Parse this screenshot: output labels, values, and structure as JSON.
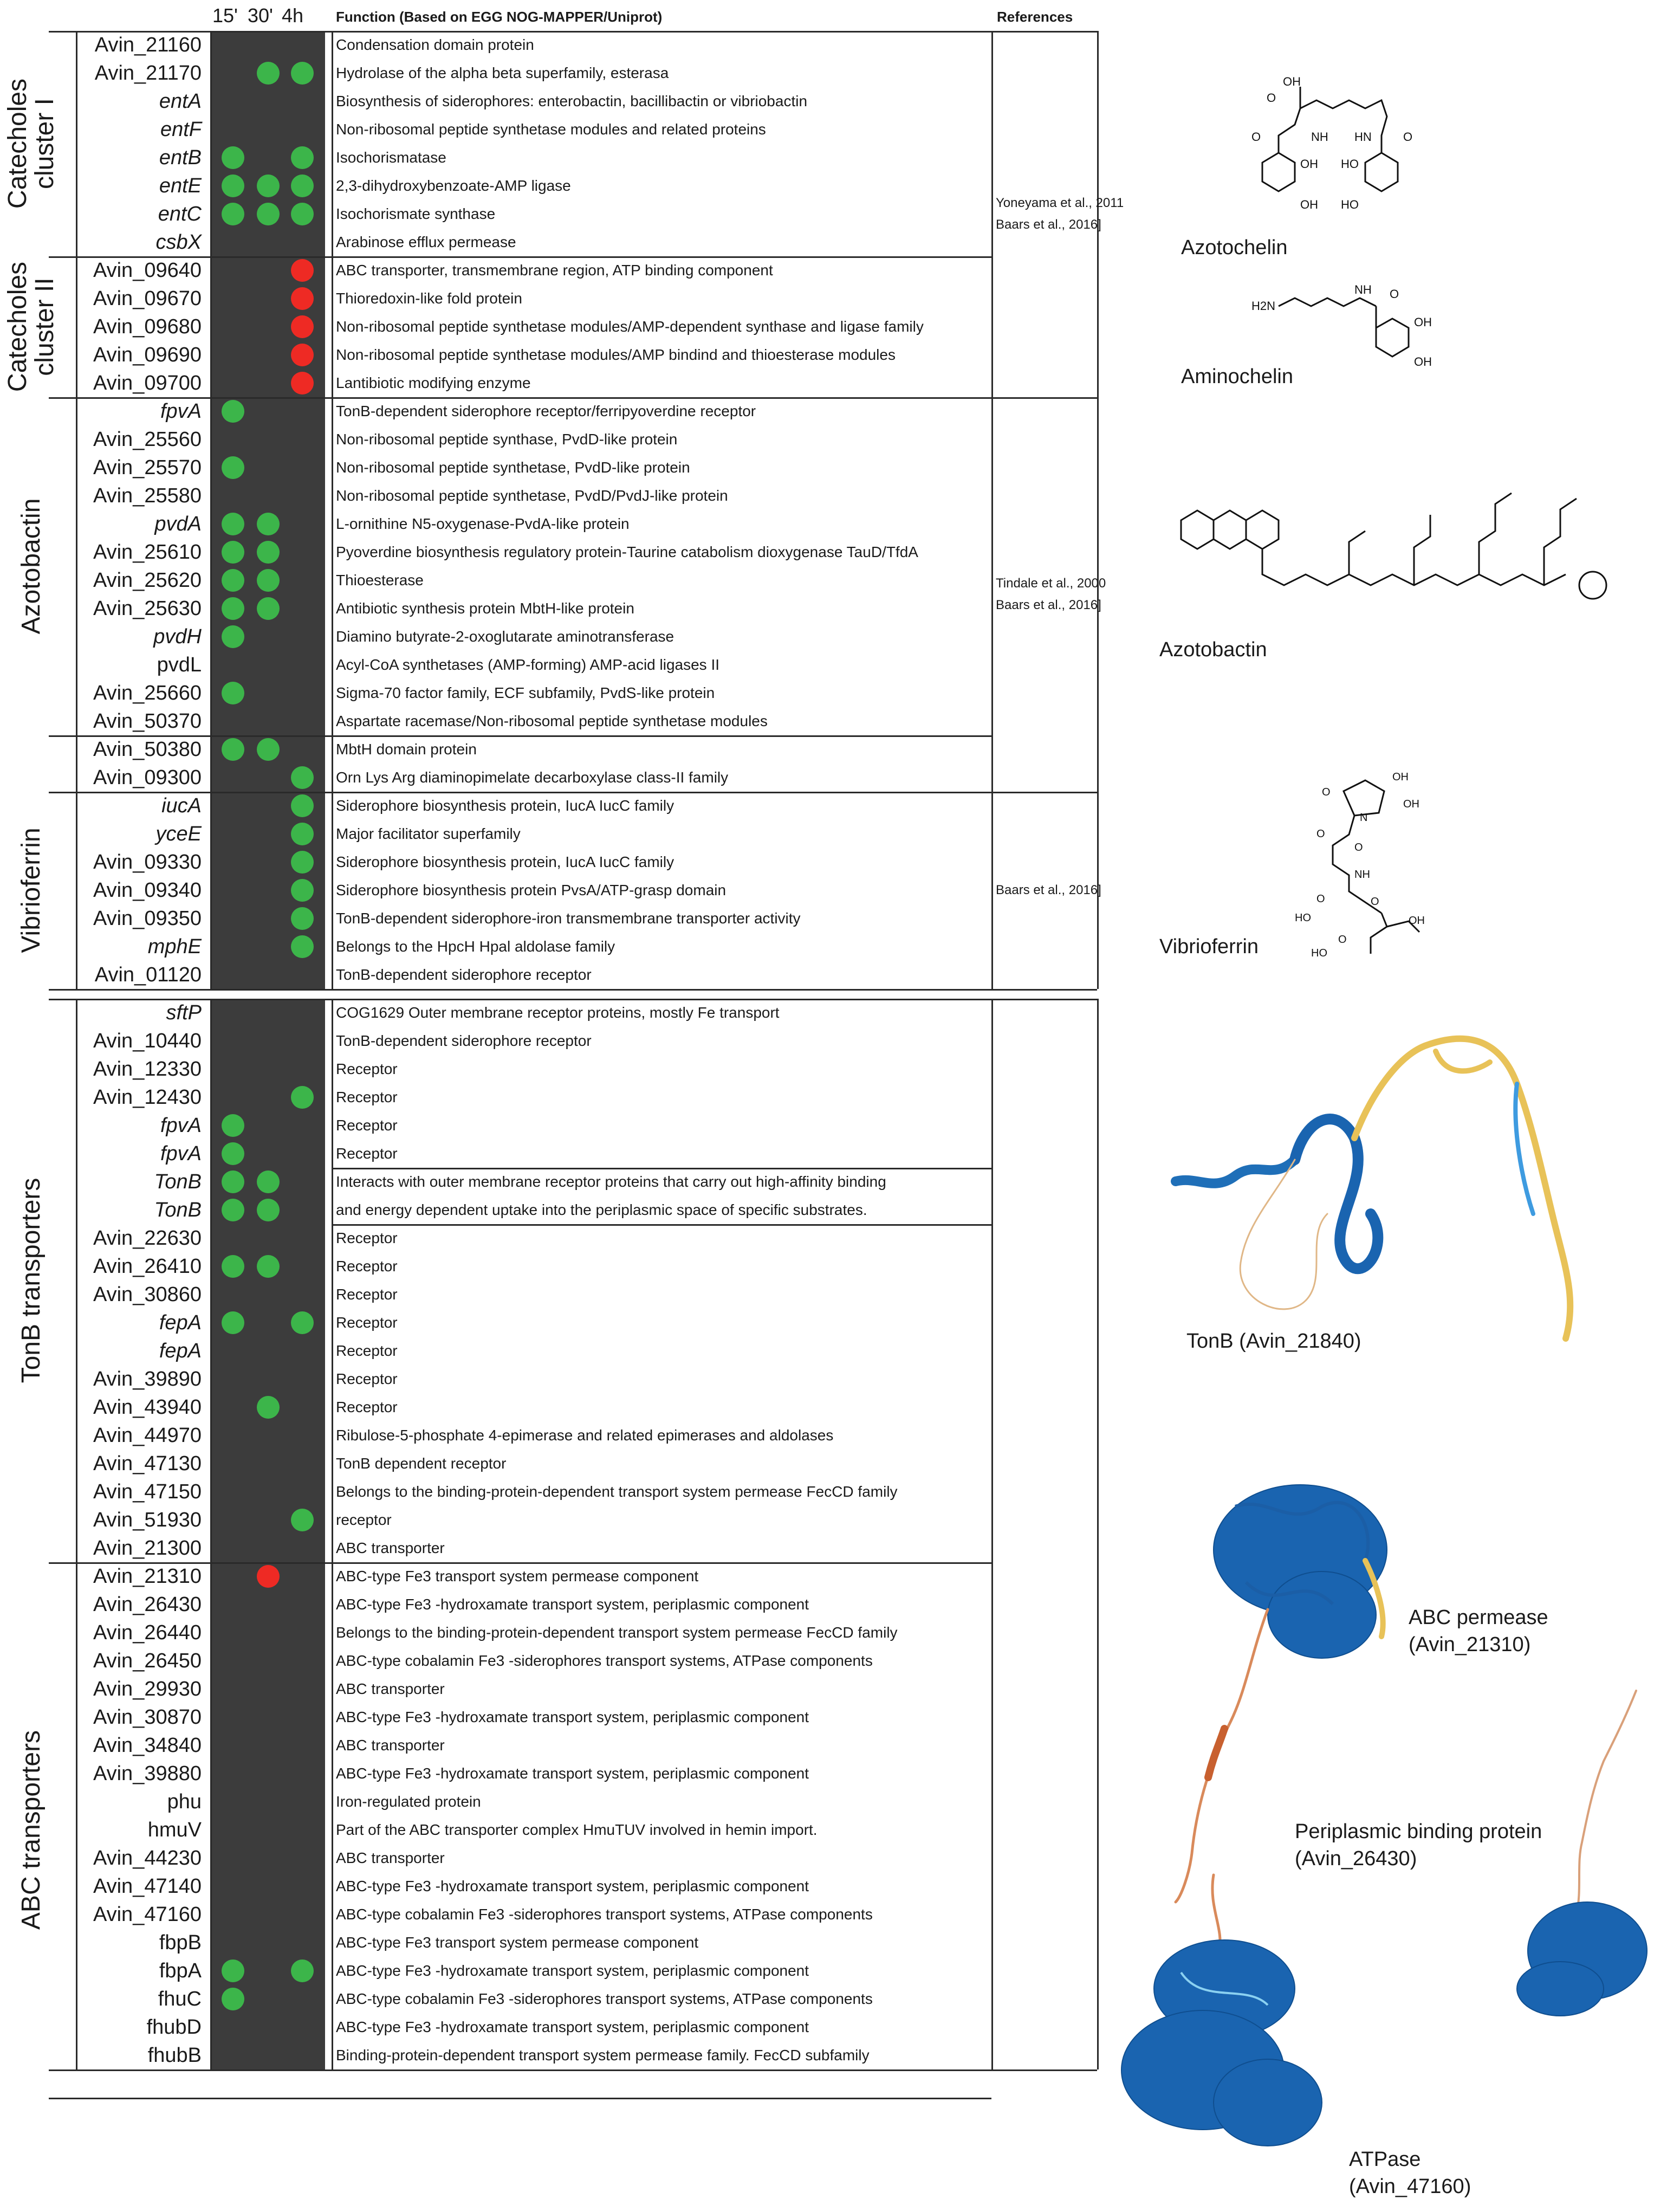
{
  "headers": {
    "timepoints": [
      "15'",
      "30'",
      "4h"
    ],
    "function": "Function (Based on EGG NOG-MAPPER/Uniprot)",
    "references": "References"
  },
  "colors": {
    "present": "#3cb54a",
    "absent_red": "#ee2a24",
    "band": "#3c3c3c"
  },
  "groups": [
    {
      "label": "Catecholes cluster I",
      "lines": [
        "Catecholes",
        "cluster I"
      ],
      "start": 0,
      "end": 7
    },
    {
      "label": "Catecholes cluster II",
      "lines": [
        "Catecholes",
        "cluster II"
      ],
      "start": 8,
      "end": 12
    },
    {
      "label": "Azotobactin",
      "lines": [
        "Azotobactin"
      ],
      "start": 13,
      "end": 24
    },
    {
      "label": "",
      "lines": [],
      "start": 25,
      "end": 26
    },
    {
      "label": "Vibrioferrin",
      "lines": [
        "Vibrioferrin"
      ],
      "start": 27,
      "end": 33
    },
    {
      "label": "TonB transporters",
      "lines": [
        "TonB  transporters"
      ],
      "start": 34,
      "end": 53
    },
    {
      "label": "ABC transporters",
      "lines": [
        "ABC  transporters"
      ],
      "start": 54,
      "end": 72
    }
  ],
  "references": [
    {
      "lines": [
        "Yoneyama et al., 2011",
        "Baars et al., 2016]"
      ],
      "start": 0,
      "end": 12
    },
    {
      "lines": [
        "Tindale et al., 2000",
        "Baars et al., 2016]"
      ],
      "start": 13,
      "end": 26
    },
    {
      "lines": [
        "Baars et al., 2016]"
      ],
      "start": 27,
      "end": 33
    }
  ],
  "rows": [
    {
      "gene": "Avin_21160",
      "italic": false,
      "fn": "Condensation domain protein",
      "d": [
        "",
        "",
        ""
      ]
    },
    {
      "gene": "Avin_21170",
      "italic": false,
      "fn": "Hydrolase of the alpha beta superfamily, esterasa",
      "d": [
        "",
        "g",
        "g"
      ]
    },
    {
      "gene": "entA",
      "italic": true,
      "fn": "Biosynthesis of siderophores: enterobactin, bacillibactin or vibriobactin",
      "d": [
        "",
        "",
        ""
      ]
    },
    {
      "gene": "entF",
      "italic": true,
      "fn": "Non-ribosomal peptide synthetase modules and related proteins",
      "d": [
        "",
        "",
        ""
      ]
    },
    {
      "gene": "entB",
      "italic": true,
      "fn": "Isochorismatase",
      "d": [
        "g",
        "",
        "g"
      ]
    },
    {
      "gene": "entE",
      "italic": true,
      "fn": "2,3-dihydroxybenzoate-AMP ligase",
      "d": [
        "g",
        "g",
        "g"
      ]
    },
    {
      "gene": "entC",
      "italic": true,
      "fn": "Isochorismate synthase",
      "d": [
        "g",
        "g",
        "g"
      ]
    },
    {
      "gene": "csbX",
      "italic": true,
      "fn": "Arabinose efflux permease",
      "d": [
        "",
        "",
        ""
      ]
    },
    {
      "gene": "Avin_09640",
      "italic": false,
      "fn": "ABC transporter, transmembrane region, ATP binding component",
      "d": [
        "",
        "",
        "r"
      ]
    },
    {
      "gene": "Avin_09670",
      "italic": false,
      "fn": "Thioredoxin-like fold protein",
      "d": [
        "",
        "",
        "r"
      ]
    },
    {
      "gene": "Avin_09680",
      "italic": false,
      "fn": "Non-ribosomal peptide synthetase modules/AMP-dependent synthase and ligase family",
      "d": [
        "",
        "",
        "r"
      ]
    },
    {
      "gene": "Avin_09690",
      "italic": false,
      "fn": "Non-ribosomal peptide synthetase modules/AMP bindind and thioesterase modules",
      "d": [
        "",
        "",
        "r"
      ]
    },
    {
      "gene": "Avin_09700",
      "italic": false,
      "fn": "Lantibiotic modifying enzyme",
      "d": [
        "",
        "",
        "r"
      ]
    },
    {
      "gene": "fpvA",
      "italic": true,
      "fn": "TonB-dependent siderophore receptor/ferripyoverdine receptor",
      "d": [
        "g",
        "",
        ""
      ]
    },
    {
      "gene": "Avin_25560",
      "italic": false,
      "fn": "Non-ribosomal peptide synthase, PvdD-like protein",
      "d": [
        "",
        "",
        ""
      ]
    },
    {
      "gene": "Avin_25570",
      "italic": false,
      "fn": "Non-ribosomal peptide synthetase, PvdD-like protein",
      "d": [
        "g",
        "",
        ""
      ]
    },
    {
      "gene": "Avin_25580",
      "italic": false,
      "fn": "Non-ribosomal peptide synthetase, PvdD/PvdJ-like protein",
      "d": [
        "",
        "",
        ""
      ]
    },
    {
      "gene": "pvdA",
      "italic": true,
      "fn": "L-ornithine N5-oxygenase-PvdA-like protein",
      "d": [
        "g",
        "g",
        ""
      ]
    },
    {
      "gene": "Avin_25610",
      "italic": false,
      "fn": "Pyoverdine biosynthesis regulatory protein-Taurine catabolism dioxygenase TauD/TfdA",
      "d": [
        "g",
        "g",
        ""
      ]
    },
    {
      "gene": "Avin_25620",
      "italic": false,
      "fn": "Thioesterase",
      "d": [
        "g",
        "g",
        ""
      ]
    },
    {
      "gene": "Avin_25630",
      "italic": false,
      "fn": "Antibiotic synthesis protein MbtH-like protein",
      "d": [
        "g",
        "g",
        ""
      ]
    },
    {
      "gene": "pvdH",
      "italic": true,
      "fn": "Diamino butyrate-2-oxoglutarate aminotransferase",
      "d": [
        "g",
        "",
        ""
      ]
    },
    {
      "gene": "pvdL",
      "italic": false,
      "fn": "Acyl-CoA synthetases (AMP-forming) AMP-acid ligases II",
      "d": [
        "",
        "",
        ""
      ]
    },
    {
      "gene": "Avin_25660",
      "italic": false,
      "fn": "Sigma-70 factor family, ECF subfamily, PvdS-like protein",
      "d": [
        "g",
        "",
        ""
      ]
    },
    {
      "gene": "Avin_50370",
      "italic": false,
      "fn": "Aspartate racemase/Non-ribosomal peptide synthetase modules",
      "d": [
        "",
        "",
        ""
      ]
    },
    {
      "gene": "Avin_50380",
      "italic": false,
      "fn": "MbtH domain protein",
      "d": [
        "g",
        "g",
        ""
      ]
    },
    {
      "gene": "Avin_09300",
      "italic": false,
      "fn": "Orn Lys Arg diaminopimelate decarboxylase class-II family",
      "d": [
        "",
        "",
        "g"
      ]
    },
    {
      "gene": "iucA",
      "italic": true,
      "fn": "Siderophore biosynthesis protein, IucA IucC family",
      "d": [
        "",
        "",
        "g"
      ]
    },
    {
      "gene": "yceE",
      "italic": true,
      "fn": "Major facilitator superfamily",
      "d": [
        "",
        "",
        "g"
      ]
    },
    {
      "gene": "Avin_09330",
      "italic": false,
      "fn": "Siderophore biosynthesis protein, IucA IucC family",
      "d": [
        "",
        "",
        "g"
      ]
    },
    {
      "gene": "Avin_09340",
      "italic": false,
      "fn": "Siderophore biosynthesis protein PvsA/ATP-grasp domain",
      "d": [
        "",
        "",
        "g"
      ]
    },
    {
      "gene": "Avin_09350",
      "italic": false,
      "fn": "TonB-dependent siderophore-iron transmembrane transporter activity",
      "d": [
        "",
        "",
        "g"
      ]
    },
    {
      "gene": "mphE",
      "italic": true,
      "fn": "Belongs to the HpcH Hpal aldolase family",
      "d": [
        "",
        "",
        "g"
      ]
    },
    {
      "gene": "Avin_01120",
      "italic": false,
      "fn": "TonB-dependent siderophore receptor",
      "d": [
        "",
        "",
        ""
      ]
    },
    {
      "gene": "sftP",
      "italic": true,
      "fn": "COG1629 Outer membrane receptor proteins, mostly Fe transport",
      "d": [
        "",
        "",
        ""
      ]
    },
    {
      "gene": "Avin_10440",
      "italic": false,
      "fn": "TonB-dependent siderophore receptor",
      "d": [
        "",
        "",
        ""
      ]
    },
    {
      "gene": "Avin_12330",
      "italic": false,
      "fn": "Receptor",
      "d": [
        "",
        "",
        ""
      ]
    },
    {
      "gene": "Avin_12430",
      "italic": false,
      "fn": "Receptor",
      "d": [
        "",
        "",
        "g"
      ]
    },
    {
      "gene": "fpvA",
      "italic": true,
      "fn": "Receptor",
      "d": [
        "g",
        "",
        ""
      ]
    },
    {
      "gene": "fpvA",
      "italic": true,
      "fn": "Receptor",
      "d": [
        "g",
        "",
        ""
      ]
    },
    {
      "gene": "TonB",
      "italic": true,
      "fn": "Interacts with outer membrane receptor proteins that carry out high-affinity binding",
      "d": [
        "g",
        "g",
        ""
      ]
    },
    {
      "gene": "TonB",
      "italic": true,
      "fn": "and energy dependent uptake into the periplasmic space of specific substrates.",
      "d": [
        "g",
        "g",
        ""
      ]
    },
    {
      "gene": "Avin_22630",
      "italic": false,
      "fn": "Receptor",
      "d": [
        "",
        "",
        ""
      ]
    },
    {
      "gene": "Avin_26410",
      "italic": false,
      "fn": "Receptor",
      "d": [
        "g",
        "g",
        ""
      ]
    },
    {
      "gene": "Avin_30860",
      "italic": false,
      "fn": "Receptor",
      "d": [
        "",
        "",
        ""
      ]
    },
    {
      "gene": "fepA",
      "italic": true,
      "fn": "Receptor",
      "d": [
        "g",
        "",
        "g"
      ]
    },
    {
      "gene": "fepA",
      "italic": true,
      "fn": "Receptor",
      "d": [
        "",
        "",
        ""
      ]
    },
    {
      "gene": "Avin_39890",
      "italic": false,
      "fn": "Receptor",
      "d": [
        "",
        "",
        ""
      ]
    },
    {
      "gene": "Avin_43940",
      "italic": false,
      "fn": "Receptor",
      "d": [
        "",
        "g",
        ""
      ]
    },
    {
      "gene": "Avin_44970",
      "italic": false,
      "fn": "Ribulose-5-phosphate 4-epimerase and related epimerases and aldolases",
      "d": [
        "",
        "",
        ""
      ]
    },
    {
      "gene": "Avin_47130",
      "italic": false,
      "fn": "TonB dependent receptor",
      "d": [
        "",
        "",
        ""
      ]
    },
    {
      "gene": "Avin_47150",
      "italic": false,
      "fn": "Belongs to the binding-protein-dependent transport system permease FecCD family",
      "d": [
        "",
        "",
        ""
      ]
    },
    {
      "gene": "Avin_51930",
      "italic": false,
      "fn": "receptor",
      "d": [
        "",
        "",
        "g"
      ]
    },
    {
      "gene": "Avin_21300",
      "italic": false,
      "fn": "ABC transporter",
      "d": [
        "",
        "",
        ""
      ]
    },
    {
      "gene": "Avin_21310",
      "italic": false,
      "fn": "ABC-type Fe3 transport system permease component",
      "d": [
        "",
        "r",
        ""
      ]
    },
    {
      "gene": "Avin_26430",
      "italic": false,
      "fn": "ABC-type Fe3 -hydroxamate transport system, periplasmic component",
      "d": [
        "",
        "",
        ""
      ]
    },
    {
      "gene": "Avin_26440",
      "italic": false,
      "fn": "Belongs to the binding-protein-dependent transport system permease FecCD family",
      "d": [
        "",
        "",
        ""
      ]
    },
    {
      "gene": "Avin_26450",
      "italic": false,
      "fn": "ABC-type cobalamin Fe3 -siderophores transport systems, ATPase components",
      "d": [
        "",
        "",
        ""
      ]
    },
    {
      "gene": "Avin_29930",
      "italic": false,
      "fn": "ABC transporter",
      "d": [
        "",
        "",
        ""
      ]
    },
    {
      "gene": "Avin_30870",
      "italic": false,
      "fn": "ABC-type Fe3 -hydroxamate transport system, periplasmic component",
      "d": [
        "",
        "",
        ""
      ]
    },
    {
      "gene": "Avin_34840",
      "italic": false,
      "fn": "ABC transporter",
      "d": [
        "",
        "",
        ""
      ]
    },
    {
      "gene": "Avin_39880",
      "italic": false,
      "fn": "ABC-type Fe3 -hydroxamate transport system, periplasmic component",
      "d": [
        "",
        "",
        ""
      ]
    },
    {
      "gene": "phu",
      "italic": false,
      "fn": "Iron-regulated protein",
      "d": [
        "",
        "",
        ""
      ]
    },
    {
      "gene": "hmuV",
      "italic": false,
      "fn": "Part of the ABC transporter complex HmuTUV involved in hemin import.",
      "d": [
        "",
        "",
        ""
      ]
    },
    {
      "gene": "Avin_44230",
      "italic": false,
      "fn": "ABC transporter",
      "d": [
        "",
        "",
        ""
      ]
    },
    {
      "gene": "Avin_47140",
      "italic": false,
      "fn": "ABC-type Fe3 -hydroxamate transport system, periplasmic component",
      "d": [
        "",
        "",
        ""
      ]
    },
    {
      "gene": "Avin_47160",
      "italic": false,
      "fn": "ABC-type cobalamin Fe3 -siderophores transport systems, ATPase components",
      "d": [
        "",
        "",
        ""
      ]
    },
    {
      "gene": "fbpB",
      "italic": false,
      "fn": "ABC-type Fe3 transport system permease component",
      "d": [
        "",
        "",
        ""
      ]
    },
    {
      "gene": "fbpA",
      "italic": false,
      "fn": "ABC-type Fe3 -hydroxamate transport system, periplasmic component",
      "d": [
        "g",
        "",
        "g"
      ]
    },
    {
      "gene": "fhuC",
      "italic": false,
      "fn": "ABC-type cobalamin Fe3 -siderophores transport systems, ATPase components",
      "d": [
        "g",
        "",
        ""
      ]
    },
    {
      "gene": "fhubD",
      "italic": false,
      "fn": "ABC-type Fe3 -hydroxamate transport system, periplasmic component",
      "d": [
        "",
        "",
        ""
      ]
    },
    {
      "gene": "fhubB",
      "italic": false,
      "fn": "Binding-protein-dependent transport system permease family. FecCD subfamily",
      "d": [
        "",
        "",
        ""
      ]
    }
  ],
  "right_labels": {
    "azotochelin": "Azotochelin",
    "aminochelin": "Aminochelin",
    "azotobactin": "Azotobactin",
    "vibrioferrin": "Vibrioferrin",
    "tonb": "TonB (Avin_21840)",
    "abc_permease": [
      "ABC permease",
      "(Avin_21310)"
    ],
    "periplasmic": [
      "Periplasmic binding protein",
      "(Avin_26430)"
    ],
    "atpase": [
      "ATPase",
      "(Avin_47160)"
    ]
  },
  "chem_labels": {
    "azotochelin": [
      "OH",
      "O",
      "NH",
      "HN",
      "O",
      "O",
      "OH",
      "HO",
      "OH",
      "HO"
    ],
    "aminochelin": [
      "H2N",
      "NH",
      "O",
      "OH",
      "OH"
    ],
    "vibrioferrin": [
      "OH",
      "OH",
      "N",
      "O",
      "O",
      "NH",
      "O",
      "O",
      "HO",
      "O",
      "OH",
      "HO",
      "O"
    ]
  }
}
